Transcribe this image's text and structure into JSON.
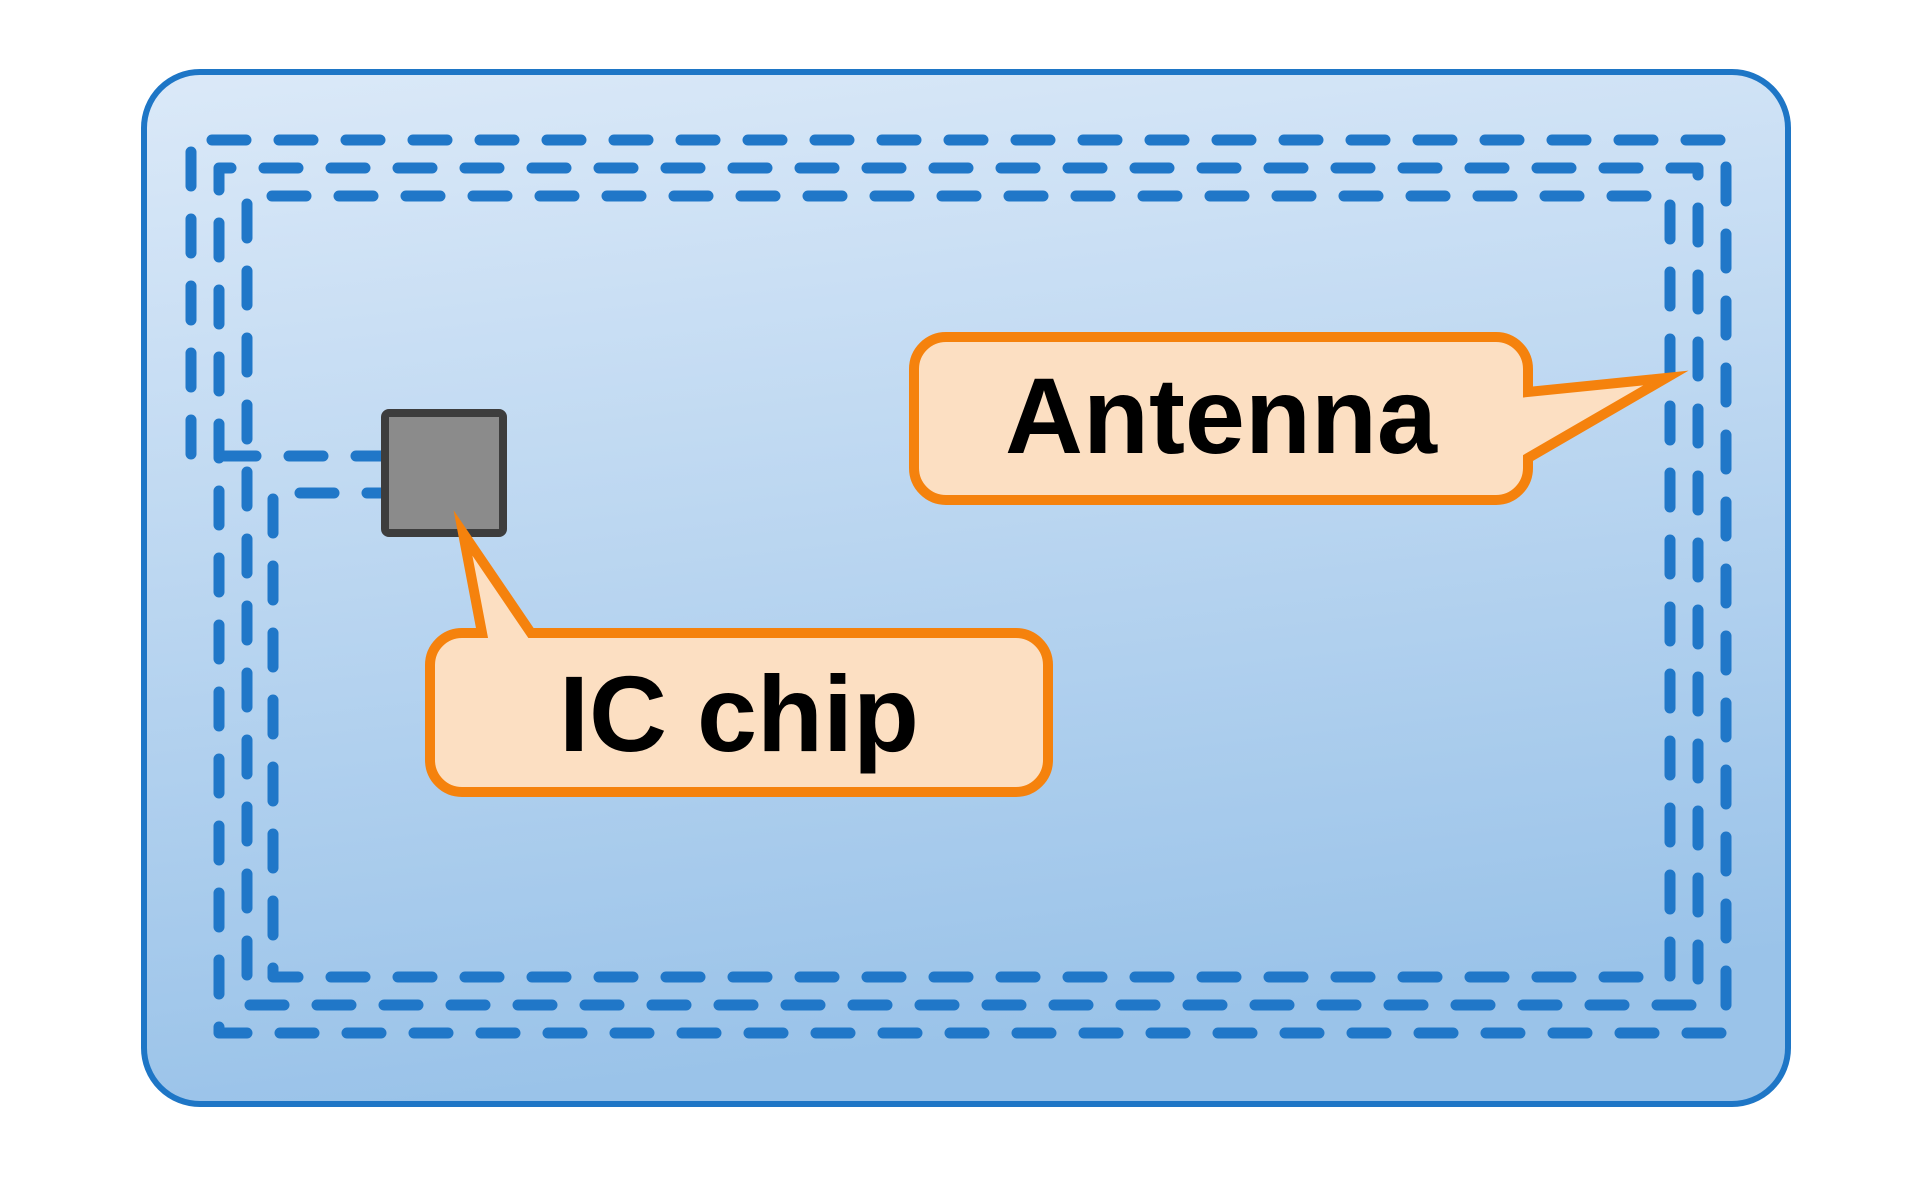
{
  "diagram": {
    "subject": "contactless-smart-card",
    "labels": {
      "antenna": "Antenna",
      "ic_chip": "IC chip"
    }
  },
  "colors": {
    "page_background": "#FFFFFF",
    "card_border": "#1E76C6",
    "card_fill_top": "#DBE9F8",
    "card_fill_bottom": "#9AC3E9",
    "coil": "#2077C8",
    "chip_fill": "#8B8B8B",
    "chip_border": "#3D3D3D",
    "callout_fill": "#FCDFC2",
    "callout_border": "#F5820D",
    "label_text": "#000000"
  }
}
